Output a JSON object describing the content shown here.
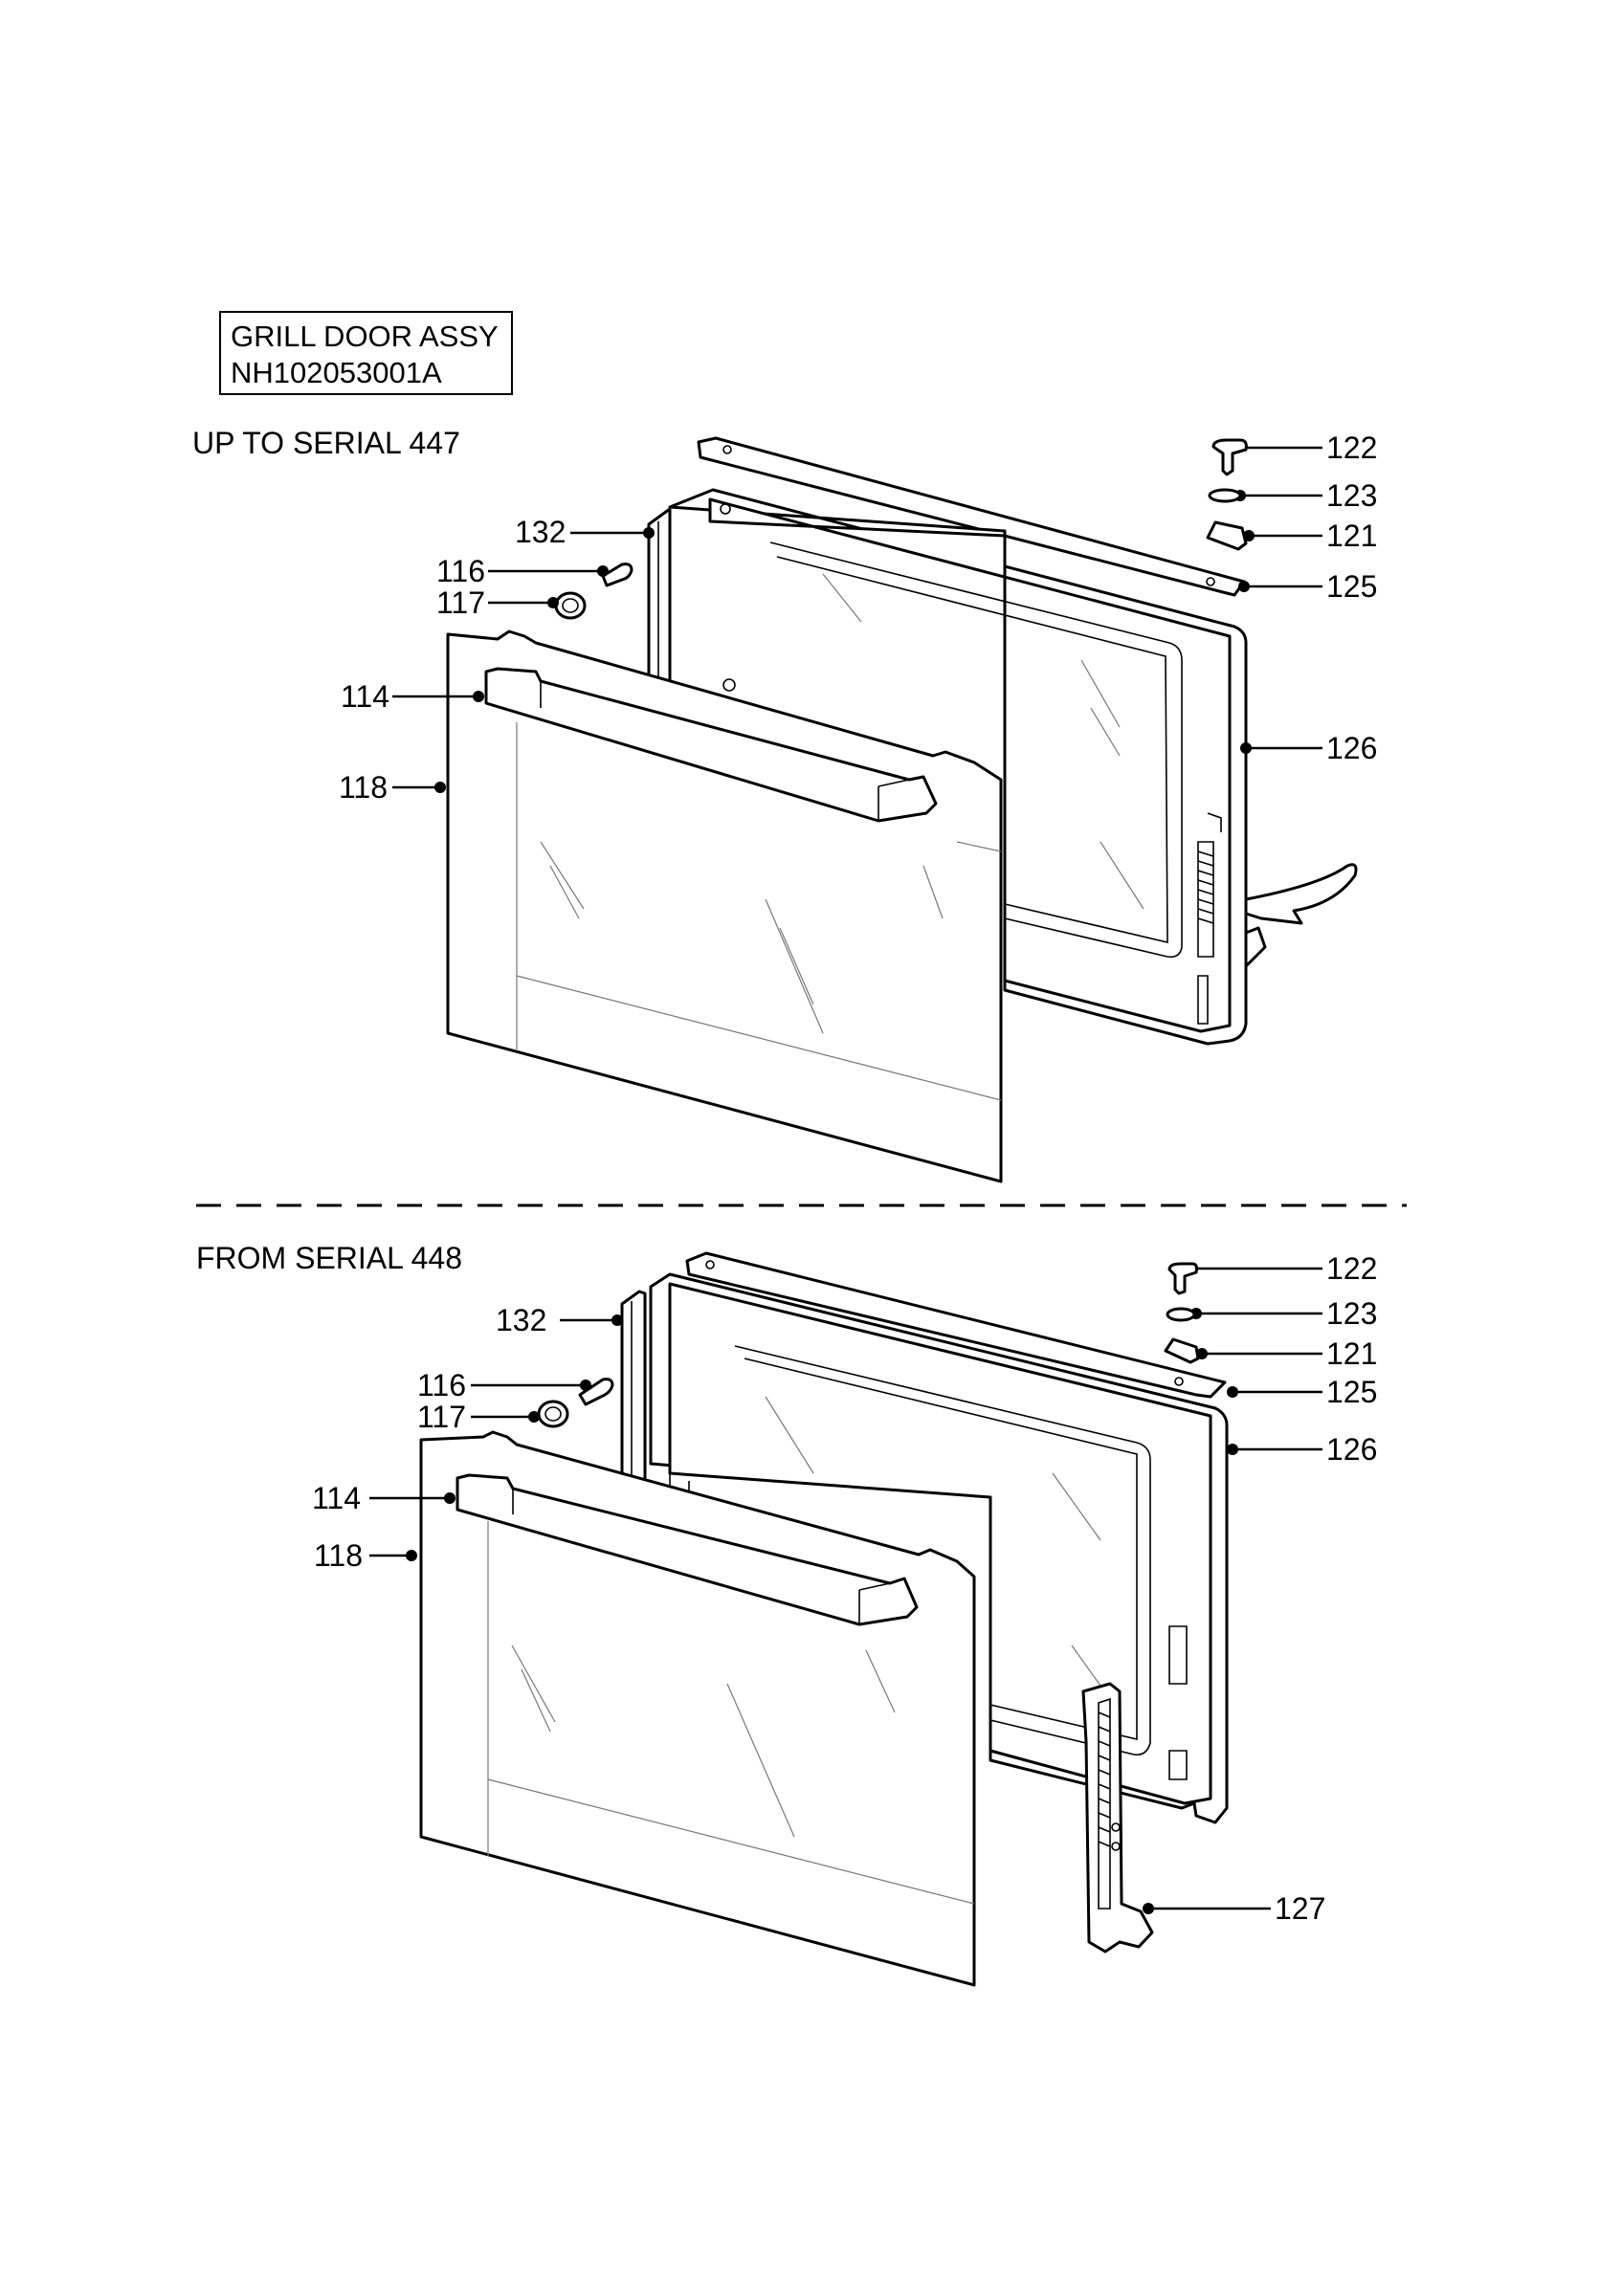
{
  "assembly": {
    "title_line1": "GRILL DOOR ASSY",
    "title_line2": "NH102053001A"
  },
  "sections": [
    {
      "label": "UP TO SERIAL 447",
      "callouts": [
        "122",
        "123",
        "121",
        "125",
        "126",
        "132",
        "116",
        "117",
        "114",
        "118"
      ]
    },
    {
      "label": "FROM SERIAL 448",
      "callouts": [
        "122",
        "123",
        "121",
        "125",
        "126",
        "132",
        "116",
        "117",
        "114",
        "118",
        "127"
      ]
    }
  ]
}
